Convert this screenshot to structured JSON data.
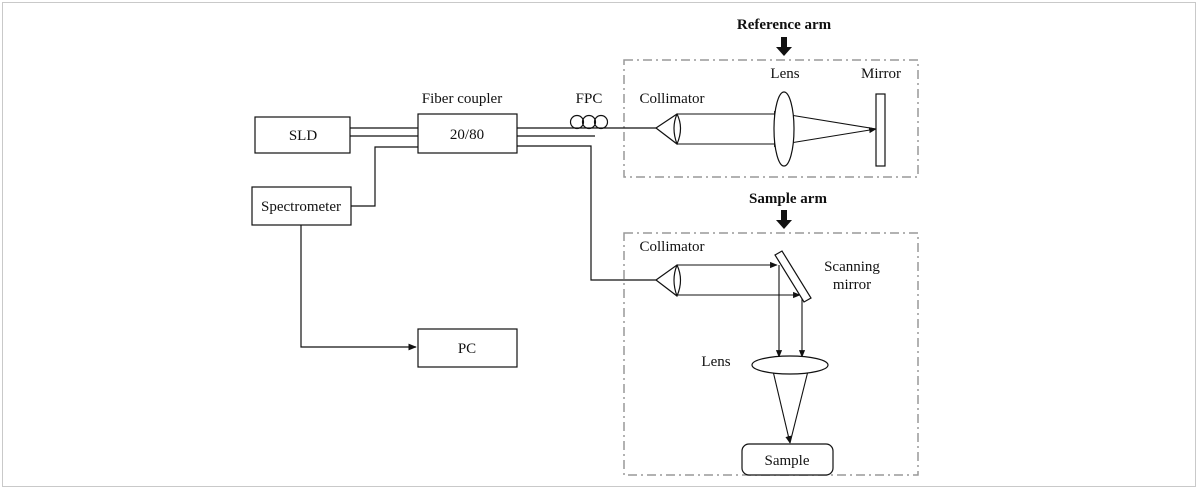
{
  "labels": {
    "reference_arm": "Reference arm",
    "sample_arm": "Sample arm",
    "fiber_coupler": "Fiber coupler",
    "coupler_ratio": "20/80",
    "fpc": "FPC",
    "sld": "SLD",
    "spectrometer": "Spectrometer",
    "pc": "PC",
    "ref_collimator": "Collimator",
    "ref_lens": "Lens",
    "mirror": "Mirror",
    "sample_collimator": "Collimator",
    "scanning_mirror_line1": "Scanning",
    "scanning_mirror_line2": "mirror",
    "sample_lens": "Lens",
    "sample": "Sample"
  }
}
